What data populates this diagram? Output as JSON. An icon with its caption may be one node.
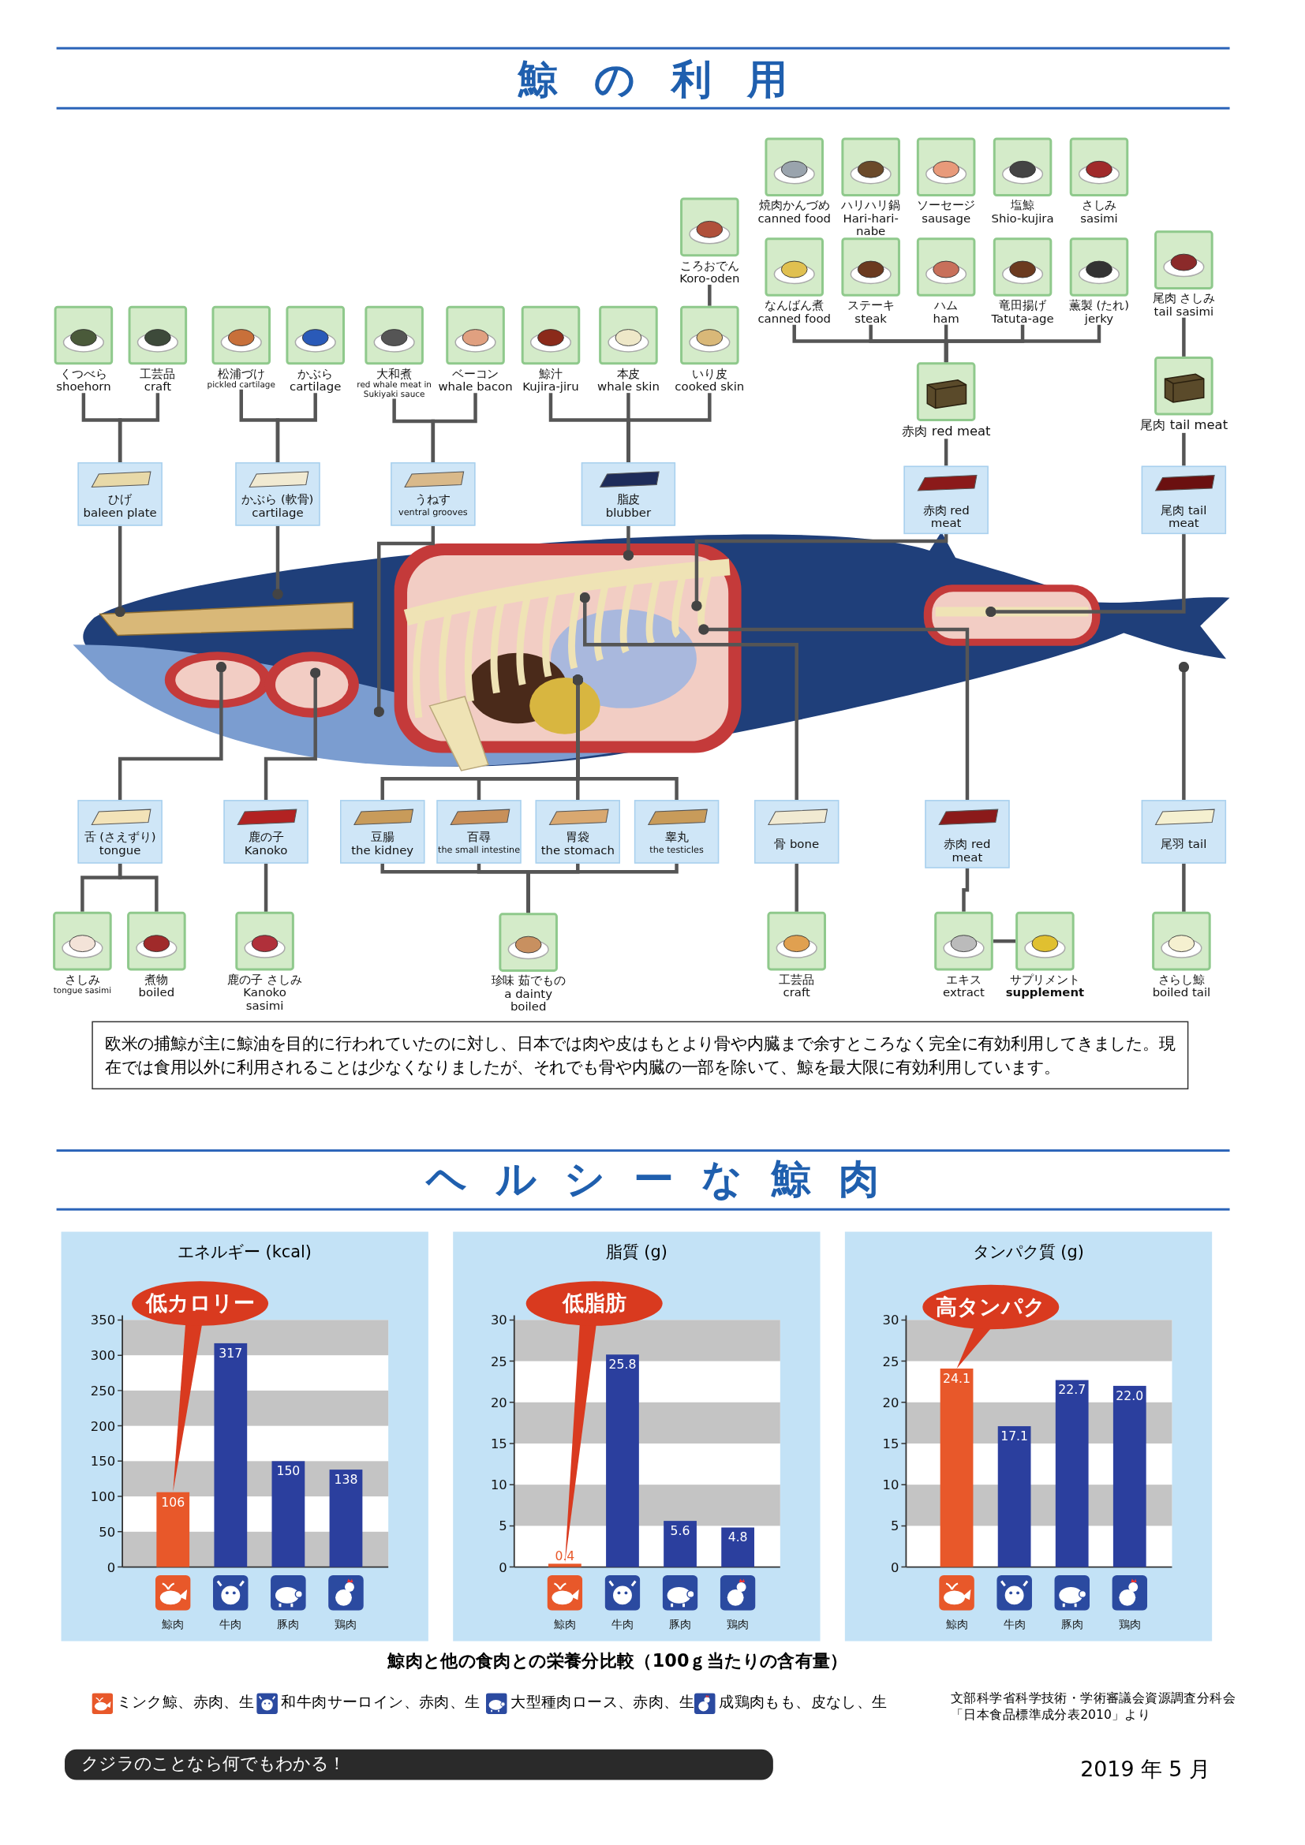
{
  "diagram": {
    "title": "鯨の利用",
    "nodes": [
      {
        "text": [
          "焼肉かんづめ",
          "canned food"
        ]
      },
      {
        "text": [
          "ハリハリ鍋",
          "Hari-hari-nabe"
        ]
      },
      {
        "text": [
          "ソーセージ",
          "sausage"
        ]
      },
      {
        "text": [
          "塩鯨",
          "Shio-kujira"
        ]
      },
      {
        "text": [
          "さしみ",
          "sasimi"
        ]
      },
      {
        "text": [
          "ころおでん",
          "Koro-oden"
        ]
      },
      {
        "text": [
          "尾肉 さしみ",
          "tail sasimi"
        ]
      },
      {
        "text": [
          "なんばん煮",
          "canned food"
        ]
      },
      {
        "text": [
          "ステーキ",
          "steak"
        ]
      },
      {
        "text": [
          "ハム",
          "ham"
        ]
      },
      {
        "text": [
          "竜田揚げ",
          "Tatuta-age"
        ]
      },
      {
        "text": [
          "薫製 (たれ)",
          "jerky"
        ]
      },
      {
        "text": [
          "くつべら",
          "shoehorn"
        ]
      },
      {
        "text": [
          "工芸品",
          "craft"
        ]
      },
      {
        "text": [
          "松浦づけ",
          "pickled cartilage"
        ]
      },
      {
        "text": [
          "かぶら",
          "cartilage"
        ]
      },
      {
        "text": [
          "大和煮",
          "red whale meat in Sukiyaki sauce"
        ]
      },
      {
        "text": [
          "ベーコン",
          "whale bacon"
        ]
      },
      {
        "text": [
          "鯨汁",
          "Kujira-jiru"
        ]
      },
      {
        "text": [
          "本皮",
          "whale skin"
        ]
      },
      {
        "text": [
          "いり皮",
          "cooked skin"
        ]
      },
      {
        "text": [
          "尾肉 tail meat"
        ]
      },
      {
        "text": [
          "赤肉 red meat"
        ]
      },
      {
        "text": [
          "ひげ",
          "baleen plate"
        ]
      },
      {
        "text": [
          "かぶら (軟骨)",
          "cartilage"
        ]
      },
      {
        "text": [
          "うねす",
          "ventral grooves"
        ]
      },
      {
        "text": [
          "脂皮",
          "blubber"
        ]
      },
      {
        "text": [
          "赤肉 red meat"
        ]
      },
      {
        "text": [
          "尾肉 tail meat"
        ]
      },
      {
        "text": [
          "舌 (さえずり)",
          "tongue"
        ]
      },
      {
        "text": [
          "鹿の子",
          "Kanoko"
        ]
      },
      {
        "text": [
          "豆腸",
          "the kidney"
        ]
      },
      {
        "text": [
          "百尋",
          "the small intestine"
        ]
      },
      {
        "text": [
          "胃袋",
          "the stomach"
        ]
      },
      {
        "text": [
          "睾丸",
          "the testicles"
        ]
      },
      {
        "text": [
          "骨 bone"
        ]
      },
      {
        "text": [
          "赤肉 red meat"
        ]
      },
      {
        "text": [
          "尾羽 tail"
        ]
      },
      {
        "text": [
          "さしみ",
          "tongue sasimi"
        ]
      },
      {
        "text": [
          "煮物",
          "boiled"
        ]
      },
      {
        "text": [
          "鹿の子 さしみ",
          "Kanoko sasimi"
        ]
      },
      {
        "text": [
          "珍味 茹でもの",
          "a dainty boiled"
        ]
      },
      {
        "text": [
          "工芸品",
          "craft"
        ]
      },
      {
        "text": [
          "エキス",
          "extract"
        ]
      },
      {
        "text": [
          "サプリメント",
          "supplement"
        ]
      },
      {
        "text": [
          "さらし鯨",
          "boiled tail"
        ]
      },
      {
        "text": [
          "欧米の捕鯨が主に鯨油を目的に行われていたのに対し、日本では肉や皮はもとより骨や内臓まで余すところなく完全に有効利用してきました。現在では食用以外に利用されることは少なくなりましたが、それでも骨や内臓の一部を除いて、鯨を最大限に有効利用しています。"
        ]
      }
    ],
    "edges": [
      {
        "from": 23,
        "to": 12,
        "arrow": "none"
      },
      {
        "from": 23,
        "to": 13,
        "arrow": "none"
      },
      {
        "from": 24,
        "to": 14,
        "arrow": "none"
      },
      {
        "from": 24,
        "to": 15,
        "arrow": "none"
      },
      {
        "from": 25,
        "to": 16,
        "arrow": "none"
      },
      {
        "from": 25,
        "to": 17,
        "arrow": "none"
      },
      {
        "from": 26,
        "to": 18,
        "arrow": "none"
      },
      {
        "from": 26,
        "to": 19,
        "arrow": "none"
      },
      {
        "from": 26,
        "to": 20,
        "arrow": "none"
      },
      {
        "from": 20,
        "to": 5,
        "arrow": "none"
      },
      {
        "from": 27,
        "to": 22,
        "arrow": "none"
      },
      {
        "from": 22,
        "to": 7,
        "arrow": "none"
      },
      {
        "from": 22,
        "to": 8,
        "arrow": "none"
      },
      {
        "from": 22,
        "to": 9,
        "arrow": "none"
      },
      {
        "from": 22,
        "to": 10,
        "arrow": "none"
      },
      {
        "from": 22,
        "to": 11,
        "arrow": "none"
      },
      {
        "from": 28,
        "to": 21,
        "arrow": "none"
      },
      {
        "from": 21,
        "to": 6,
        "arrow": "none"
      },
      {
        "from": 23,
        "to": null,
        "arrow": "other"
      },
      {
        "from": 24,
        "to": null,
        "arrow": "other"
      },
      {
        "from": 25,
        "to": null,
        "arrow": "other"
      },
      {
        "from": 26,
        "to": null,
        "arrow": "other"
      },
      {
        "from": 27,
        "to": null,
        "arrow": "other"
      },
      {
        "from": 28,
        "to": null,
        "arrow": "other"
      },
      {
        "from": 29,
        "to": null,
        "arrow": "other"
      },
      {
        "from": 30,
        "to": null,
        "arrow": "other"
      },
      {
        "from": 31,
        "to": null,
        "arrow": "other"
      },
      {
        "from": 32,
        "to": null,
        "arrow": "other"
      },
      {
        "from": 33,
        "to": null,
        "arrow": "other"
      },
      {
        "from": 34,
        "to": null,
        "arrow": "other"
      },
      {
        "from": 35,
        "to": null,
        "arrow": "other"
      },
      {
        "from": 36,
        "to": null,
        "arrow": "other"
      },
      {
        "from": 37,
        "to": null,
        "arrow": "other"
      },
      {
        "from": 29,
        "to": 38,
        "arrow": "none"
      },
      {
        "from": 29,
        "to": 39,
        "arrow": "none"
      },
      {
        "from": 30,
        "to": 40,
        "arrow": "none"
      },
      {
        "from": 31,
        "to": 41,
        "arrow": "none"
      },
      {
        "from": 32,
        "to": 41,
        "arrow": "none"
      },
      {
        "from": 33,
        "to": 41,
        "arrow": "none"
      },
      {
        "from": 34,
        "to": 41,
        "arrow": "none"
      },
      {
        "from": 35,
        "to": 42,
        "arrow": "none"
      },
      {
        "from": 36,
        "to": 43,
        "arrow": "none"
      },
      {
        "from": 43,
        "to": 44,
        "arrow": "none"
      },
      {
        "from": 37,
        "to": 45,
        "arrow": "none"
      }
    ],
    "labels": [
      "ヘルシーな鯨肉",
      "鯨肉と他の食肉との栄養分比較（100ｇ当たりの含有量）",
      "文部科学省科学技術・学術審議会資源調査分科会「日本食品標準成分表2010」より",
      "クジラのことなら何でもわかる！",
      "2019 年 5 月"
    ],
    "legend": [
      {
        "text": "ミンク鯨、赤肉、生"
      },
      {
        "text": "和牛肉サーロイン、赤肉、生"
      },
      {
        "text": "大型種肉ロース、赤肉、生"
      },
      {
        "text": "成鶏肉もも、皮なし、生"
      }
    ],
    "chart_data": [
      {
        "type": "bar",
        "title": "エネルギー (kcal)",
        "categories": [
          "鯨肉",
          "牛肉",
          "豚肉",
          "鶏肉"
        ],
        "series": [
          {
            "color": "#e8582a",
            "values": [
              106,
              null,
              null,
              null
            ]
          },
          {
            "color": "#2b3f9e",
            "values": [
              null,
              317,
              150,
              138
            ]
          }
        ],
        "stacked": true,
        "ylim": [
          0,
          350
        ],
        "yticks": [
          0,
          50,
          100,
          150,
          200,
          250,
          300,
          350
        ],
        "value_labels": [
          [
            "106",
            null,
            null,
            null
          ],
          [
            null,
            "317",
            "150",
            "138"
          ]
        ],
        "annotations": [
          "低カロリー"
        ]
      },
      {
        "type": "bar",
        "title": "脂質 (g)",
        "categories": [
          "鯨肉",
          "牛肉",
          "豚肉",
          "鶏肉"
        ],
        "series": [
          {
            "color": "#e8582a",
            "values": [
              0.4,
              null,
              null,
              null
            ]
          },
          {
            "color": "#2b3f9e",
            "values": [
              null,
              25.8,
              5.6,
              4.8
            ]
          }
        ],
        "stacked": true,
        "ylim": [
          0,
          30
        ],
        "yticks": [
          0,
          5,
          10,
          15,
          20,
          25,
          30
        ],
        "value_labels": [
          [
            "0.4",
            null,
            null,
            null
          ],
          [
            null,
            "25.8",
            "5.6",
            "4.8"
          ]
        ],
        "annotations": [
          "低脂肪"
        ]
      },
      {
        "type": "bar",
        "title": "タンパク質 (g)",
        "categories": [
          "鯨肉",
          "牛肉",
          "豚肉",
          "鶏肉"
        ],
        "series": [
          {
            "color": "#e8582a",
            "values": [
              24.1,
              null,
              null,
              null
            ]
          },
          {
            "color": "#2b3f9e",
            "values": [
              null,
              17.1,
              22.7,
              22.0
            ]
          }
        ],
        "stacked": true,
        "ylim": [
          0,
          30
        ],
        "yticks": [
          0,
          5,
          10,
          15,
          20,
          25,
          30
        ],
        "value_labels": [
          [
            "24.1",
            null,
            null,
            null
          ],
          [
            null,
            "17.1",
            "22.7",
            "22.0"
          ]
        ],
        "annotations": [
          "高タンパク"
        ]
      }
    ]
  }
}
